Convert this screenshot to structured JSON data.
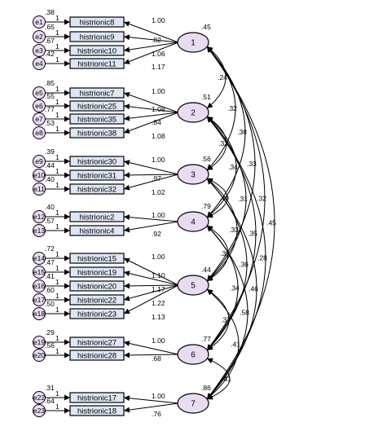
{
  "factors": [
    {
      "label": "1",
      "variance": ".45",
      "indicators": [
        {
          "name": "histrionic8",
          "error": "e1",
          "err_var": ".38",
          "load": "1.00"
        },
        {
          "name": "histrionic9",
          "error": "e2",
          "err_var": ".65",
          "load": ".82"
        },
        {
          "name": "histrionic10",
          "error": "e3",
          "err_var": ".67",
          "load": "1.06"
        },
        {
          "name": "histrionic11",
          "error": "e4",
          "err_var": ".42",
          "load": "1.17"
        }
      ]
    },
    {
      "label": "2",
      "variance": ".51",
      "indicators": [
        {
          "name": "histrionic7",
          "error": "e5",
          "err_var": ".85",
          "load": "1.00"
        },
        {
          "name": "histrionic25",
          "error": "e6",
          "err_var": ".55",
          "load": "1.08"
        },
        {
          "name": "histrionic35",
          "error": "e7",
          "err_var": ".77",
          "load": ".84"
        },
        {
          "name": "histrionic38",
          "error": "e8",
          "err_var": ".53",
          "load": "1.08"
        }
      ]
    },
    {
      "label": "3",
      "variance": ".56",
      "indicators": [
        {
          "name": "histrionic30",
          "error": "e9",
          "err_var": ".39",
          "load": "1.00"
        },
        {
          "name": "histrionic31",
          "error": "e10",
          "err_var": ".44",
          "load": ".97"
        },
        {
          "name": "histrionic32",
          "error": "e11",
          "err_var": ".40",
          "load": "1.02"
        }
      ]
    },
    {
      "label": "4",
      "variance": ".79",
      "indicators": [
        {
          "name": "histrionic2",
          "error": "e12",
          "err_var": ".40",
          "load": "1.00"
        },
        {
          "name": "histrionic4",
          "error": "e13",
          "err_var": ".57",
          "load": ".92"
        }
      ]
    },
    {
      "label": "5",
      "variance": ".44",
      "indicators": [
        {
          "name": "histrionic15",
          "error": "e14",
          "err_var": ".72",
          "load": "1.00"
        },
        {
          "name": "histrionic19",
          "error": "e15",
          "err_var": ".47",
          "load": "1.10"
        },
        {
          "name": "histrionic20",
          "error": "e16",
          "err_var": ".41",
          "load": "1.17"
        },
        {
          "name": "histrionic22",
          "error": "e17",
          "err_var": ".60",
          "load": "1.22"
        },
        {
          "name": "histrionic23",
          "error": "e18",
          "err_var": ".50",
          "load": "1.13"
        }
      ]
    },
    {
      "label": "6",
      "variance": ".77",
      "indicators": [
        {
          "name": "histrionic27",
          "error": "e19",
          "err_var": ".29",
          "load": "1.00"
        },
        {
          "name": "histrionic28",
          "error": "e20",
          "err_var": ".56",
          "load": ".68"
        }
      ]
    },
    {
      "label": "7",
      "variance": ".86",
      "indicators": [
        {
          "name": "histrionic17",
          "error": "e22",
          "err_var": ".31",
          "load": "1.00"
        },
        {
          "name": "histrionic18",
          "error": "e23",
          "err_var": ".64",
          "load": ".76"
        }
      ]
    }
  ],
  "error_path_label": "1",
  "covariances": [
    {
      "from": "1",
      "to": "2",
      "value": ".24"
    },
    {
      "from": "1",
      "to": "3",
      "value": ".32"
    },
    {
      "from": "1",
      "to": "4",
      "value": ".38"
    },
    {
      "from": "1",
      "to": "5",
      "value": ".33"
    },
    {
      "from": "1",
      "to": "6",
      "value": ".32"
    },
    {
      "from": "1",
      "to": "7",
      "value": ".45"
    },
    {
      "from": "2",
      "to": "3",
      "value": ".32"
    },
    {
      "from": "2",
      "to": "4",
      "value": ".34"
    },
    {
      "from": "2",
      "to": "5",
      "value": ".31"
    },
    {
      "from": "2",
      "to": "6",
      "value": ".35"
    },
    {
      "from": "2",
      "to": "7",
      "value": ".28"
    },
    {
      "from": "3",
      "to": "4",
      "value": ".40"
    },
    {
      "from": "3",
      "to": "5",
      "value": ".33"
    },
    {
      "from": "3",
      "to": "6",
      "value": ".36"
    },
    {
      "from": "3",
      "to": "7",
      "value": ".46"
    },
    {
      "from": "4",
      "to": "5",
      "value": ".39"
    },
    {
      "from": "4",
      "to": "6",
      "value": ".34"
    },
    {
      "from": "4",
      "to": "7",
      "value": ".58"
    },
    {
      "from": "5",
      "to": "6",
      "value": ".37"
    },
    {
      "from": "5",
      "to": "7",
      "value": ".41"
    },
    {
      "from": "6",
      "to": "7",
      "value": ".41"
    }
  ]
}
